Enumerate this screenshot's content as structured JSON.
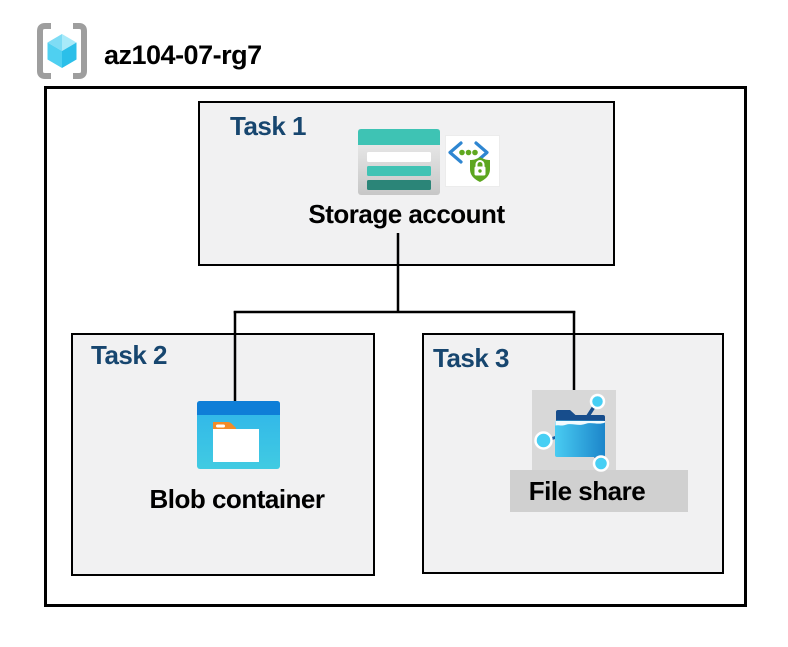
{
  "resource_group": {
    "name": "az104-07-rg7",
    "icon": "resource-group-brackets-cube-icon"
  },
  "tasks": [
    {
      "label": "Task 1",
      "resource": "Storage account",
      "icons": [
        "storage-account-icon",
        "secure-endpoint-shield-lock-icon"
      ]
    },
    {
      "label": "Task 2",
      "resource": "Blob container",
      "icons": [
        "blob-container-icon"
      ]
    },
    {
      "label": "Task 3",
      "resource": "File share",
      "icons": [
        "file-share-icon"
      ]
    }
  ],
  "connections": [
    {
      "from": "Storage account",
      "to": "Blob container"
    },
    {
      "from": "Storage account",
      "to": "File share"
    }
  ],
  "colors": {
    "task_label_navy": "#17466F",
    "task_box_fill": "#F1F1F2",
    "border_black": "#000000",
    "storage_teal": "#3EC3B4",
    "storage_teal_dark": "#2B8578",
    "blob_title_blue": "#0F7ED7",
    "blob_body_blue": "#35BCEA",
    "folder_tab_orange": "#F28C28",
    "fileshare_icon_bg_gray": "#D8D8D8",
    "fileshare_label_bg_gray": "#D0D0D0",
    "fileshare_node_cyan": "#47CFF4",
    "fileshare_flap_navy": "#174D8C",
    "shield_green": "#5CA61F",
    "code_bracket_blue": "#2E86D1",
    "cube_cyan": "#4FD0F1",
    "rg_bracket_gray": "#9E9E9E"
  }
}
